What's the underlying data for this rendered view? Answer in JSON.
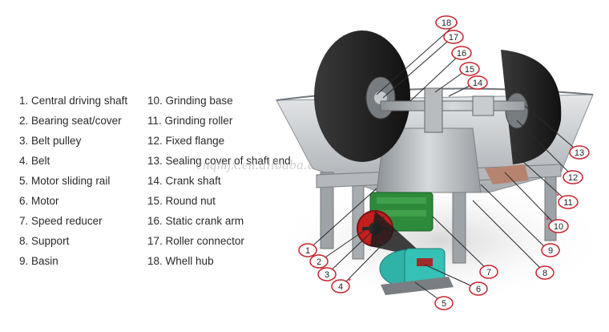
{
  "legend": [
    {
      "num": "1.",
      "text": "Central driving shaft"
    },
    {
      "num": "2.",
      "text": "Bearing seat/cover"
    },
    {
      "num": "3.",
      "text": "Belt pulley"
    },
    {
      "num": "4.",
      "text": "Belt"
    },
    {
      "num": "5.",
      "text": "Motor sliding rail"
    },
    {
      "num": "6.",
      "text": "Motor"
    },
    {
      "num": "7.",
      "text": "Speed reducer"
    },
    {
      "num": "8.",
      "text": "Support"
    },
    {
      "num": "9.",
      "text": "Basin"
    },
    {
      "num": "10.",
      "text": "Grinding base"
    },
    {
      "num": "11.",
      "text": "Grinding roller"
    },
    {
      "num": "12.",
      "text": "Fixed flange"
    },
    {
      "num": "13.",
      "text": "Sealing cover of shaft end"
    },
    {
      "num": "14.",
      "text": "Crank shaft"
    },
    {
      "num": "15.",
      "text": "Round nut"
    },
    {
      "num": "16.",
      "text": "Static crank arm"
    },
    {
      "num": "17.",
      "text": "Roller connector"
    },
    {
      "num": "18.",
      "text": "Whell hub"
    }
  ],
  "callouts": [
    "1",
    "2",
    "3",
    "4",
    "5",
    "6",
    "7",
    "8",
    "9",
    "10",
    "11",
    "12",
    "13",
    "14",
    "15",
    "16",
    "17",
    "18"
  ],
  "wearing_parts_mark": "*",
  "watermark": "cnqmjx.en.alibaba.com",
  "colors": {
    "callout_red": "#c8242c",
    "roller_black": "#1f1f1f",
    "steel": "#b8bcc0",
    "reducer_green": "#2d8a3a",
    "pulley_red": "#c41e1e",
    "motor_teal": "#2fb3a8"
  }
}
